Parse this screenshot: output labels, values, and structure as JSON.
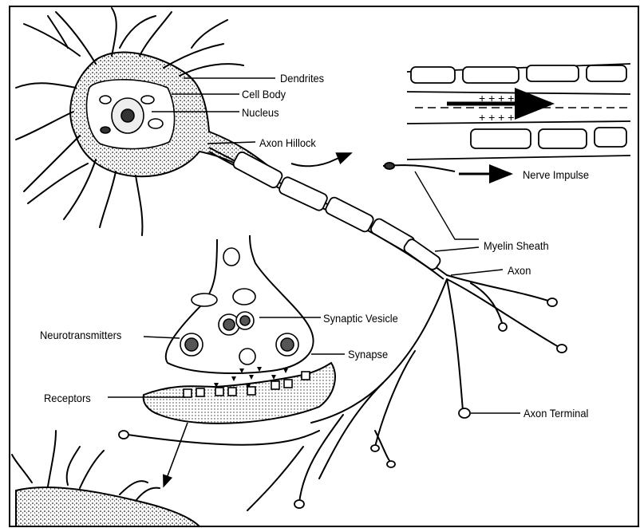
{
  "labels": {
    "dendrites": "Dendrites",
    "cell_body": "Cell Body",
    "nucleus": "Nucleus",
    "axon_hillock": "Axon Hillock",
    "nerve_impulse": "Nerve Impulse",
    "myelin_sheath": "Myelin Sheath",
    "axon": "Axon",
    "synaptic_vesicle": "Synaptic Vesicle",
    "neurotransmitters": "Neurotransmitters",
    "synapse": "Synapse",
    "receptors": "Receptors",
    "axon_terminal": "Axon Terminal"
  },
  "colors": {
    "ink": "#000000",
    "paper": "#ffffff",
    "shade": "#8a8a8a"
  }
}
